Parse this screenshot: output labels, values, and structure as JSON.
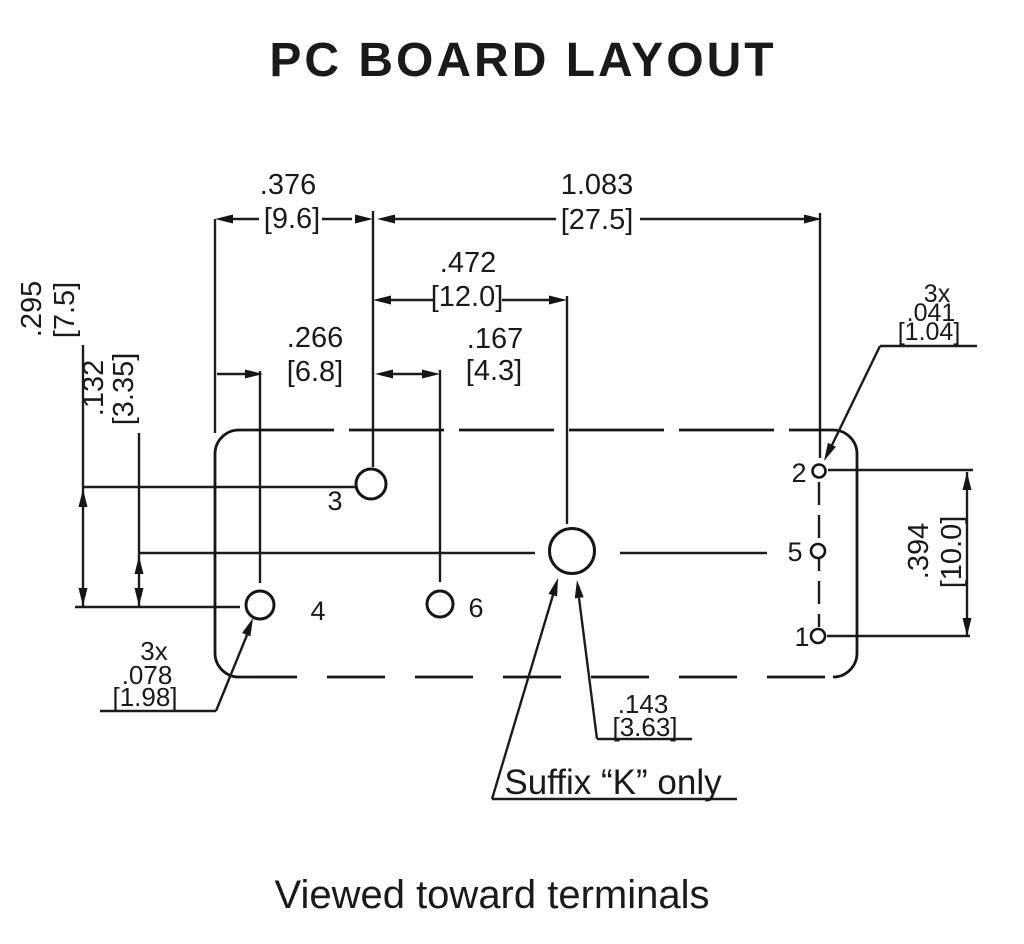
{
  "title": "PC BOARD LAYOUT",
  "caption": "Viewed toward terminals",
  "note_suffix_k": "Suffix “K” only",
  "dims": {
    "w376": {
      "inch": ".376",
      "mm": "[9.6]"
    },
    "w1083": {
      "inch": "1.083",
      "mm": "[27.5]"
    },
    "w472": {
      "inch": ".472",
      "mm": "[12.0]"
    },
    "w266": {
      "inch": ".266",
      "mm": "[6.8]"
    },
    "w167": {
      "inch": ".167",
      "mm": "[4.3]"
    },
    "h295": {
      "inch": ".295",
      "mm": "[7.5]"
    },
    "h132": {
      "inch": ".132",
      "mm": "[3.35]"
    },
    "h394": {
      "inch": ".394",
      "mm": "[10.0]"
    },
    "hole041": {
      "qty": "3x",
      "inch": ".041",
      "mm": "[1.04]"
    },
    "hole078": {
      "qty": "3x",
      "inch": ".078",
      "mm": "[1.98]"
    },
    "hole143": {
      "inch": ".143",
      "mm": "[3.63]"
    }
  },
  "pins": {
    "p1": "1",
    "p2": "2",
    "p3": "3",
    "p4": "4",
    "p5": "5",
    "p6": "6"
  },
  "colors": {
    "ink": "#1a1a1a",
    "background": "#ffffff"
  }
}
